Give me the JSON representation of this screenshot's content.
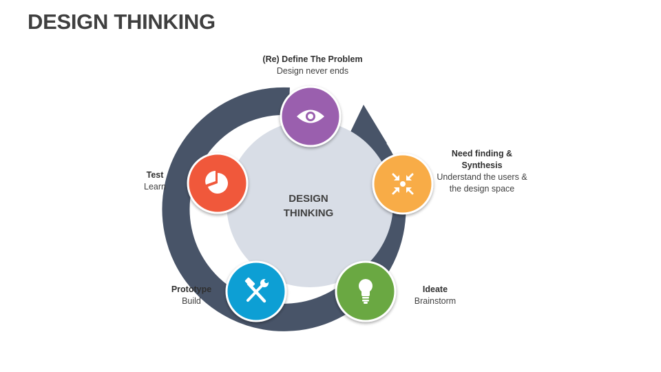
{
  "title": "DESIGN THINKING",
  "center": {
    "line1": "DESIGN",
    "line2": "THINKING"
  },
  "stages": [
    {
      "id": "define",
      "title": "(Re) Define The Problem",
      "desc": "Design never ends",
      "color": "#9a5fae",
      "icon": "eye-icon"
    },
    {
      "id": "need",
      "title": "Need finding & Synthesis",
      "desc": "Understand the users & the design space",
      "color": "#f8ac47",
      "icon": "arrows-converge-icon"
    },
    {
      "id": "ideate",
      "title": "Ideate",
      "desc": "Brainstorm",
      "color": "#6aa843",
      "icon": "lightbulb-icon"
    },
    {
      "id": "prototype",
      "title": "Prototype",
      "desc": "Build",
      "color": "#0d9fd4",
      "icon": "tools-icon"
    },
    {
      "id": "test",
      "title": "Test",
      "desc": "Learn",
      "color": "#f0593b",
      "icon": "pie-chart-icon"
    }
  ],
  "colors": {
    "ring": "#485468",
    "inner": "#d8dde6",
    "title": "#3f3f3f"
  }
}
